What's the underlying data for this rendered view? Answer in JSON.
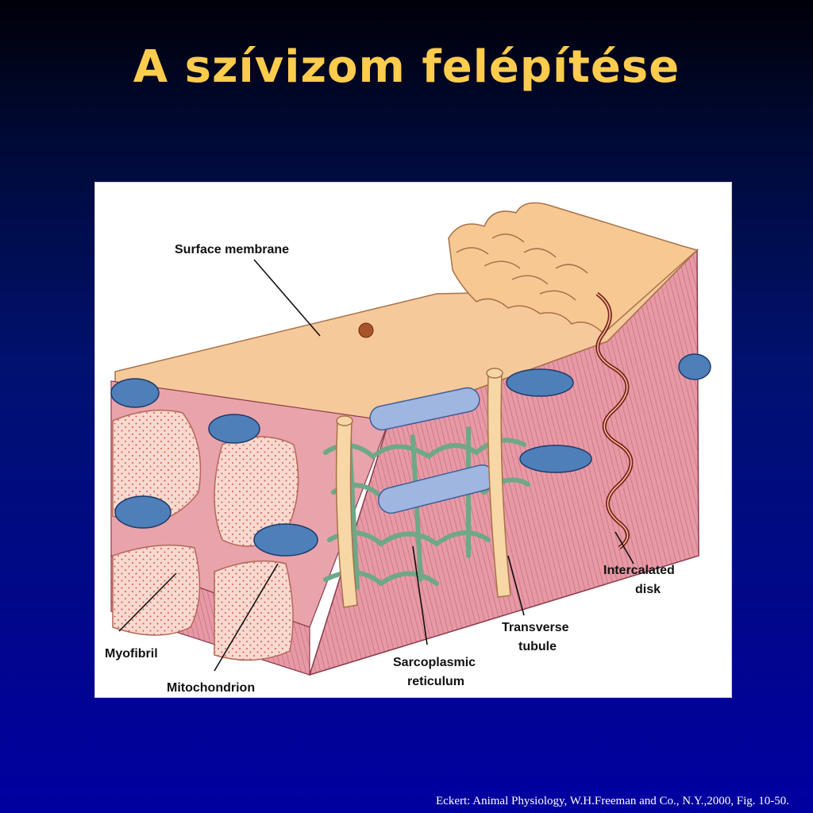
{
  "slide": {
    "title": "A szívizom felépítése",
    "citation": "Eckert: Animal Physiology, W.H.Freeman and Co., N.Y.,2000, Fig. 10-50."
  },
  "figure": {
    "labels": {
      "surface_membrane": "Surface membrane",
      "intercalated_disk_line1": "Intercalated",
      "intercalated_disk_line2": "disk",
      "transverse_tubule_line1": "Transverse",
      "transverse_tubule_line2": "tubule",
      "sarcoplasmic_reticulum_line1": "Sarcoplasmic",
      "sarcoplasmic_reticulum_line2": "reticulum",
      "myofibril": "Myofibril",
      "mitochondrion": "Mitochondrion"
    },
    "colors": {
      "membrane": "#f6c99a",
      "muscle": "#e79aa6",
      "myofibril_face": "#f7d9cf",
      "mitochondrion": "#4e7fb8",
      "reticulum": "#7fb79a",
      "tubule": "#f7d7a5",
      "disk": "#7a2020"
    }
  }
}
